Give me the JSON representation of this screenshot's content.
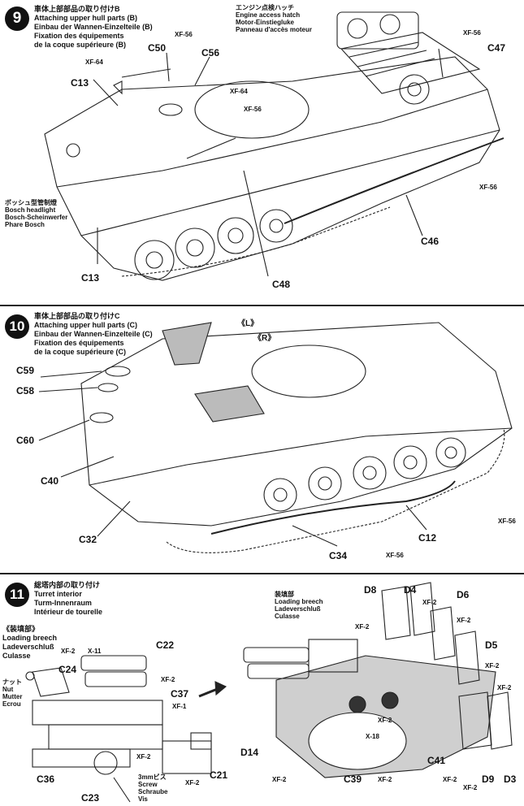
{
  "step9": {
    "number": "9",
    "title_jp": "車体上部部品の取り付けB",
    "title_en": "Attaching upper hull parts (B)",
    "title_de": "Einbau der Wannen-Einzelteile (B)",
    "title_fr": "Fixation des équipements",
    "title_fr2": "de la coque supérieure (B)",
    "hatch_jp": "エンジン点検ハッチ",
    "hatch_en": "Engine access hatch",
    "hatch_de": "Motor-Einstiegluke",
    "hatch_fr": "Panneau d'accès moteur",
    "headlight_jp": "ボッシュ型管制燈",
    "headlight_en": "Bosch headlight",
    "headlight_de": "Bosch-Scheinwerfer",
    "headlight_fr": "Phare Bosch",
    "parts": [
      "C50",
      "C56",
      "C13",
      "C47",
      "C46",
      "C13",
      "C48"
    ],
    "paints": [
      "XF-56",
      "XF-64",
      "XF-64",
      "XF-56",
      "XF-56",
      "XF-56"
    ]
  },
  "step10": {
    "number": "10",
    "title_jp": "車体上部部品の取り付けC",
    "title_en": "Attaching upper hull parts (C)",
    "title_de": "Einbau der Wannen-Einzelteile (C)",
    "title_fr": "Fixation des équipements",
    "title_fr2": "de la coque supérieure (C)",
    "left_mark": "《L》",
    "right_mark": "《R》",
    "parts": [
      "C59",
      "C58",
      "C60",
      "C40",
      "C32",
      "C34",
      "C12"
    ],
    "paints": [
      "XF-56",
      "XF-56"
    ]
  },
  "step11": {
    "number": "11",
    "title_jp": "総塔内部の取り付け",
    "title_en": "Turret interior",
    "title_de": "Turm-Innenraum",
    "title_fr": "Intérieur de tourelle",
    "breech_jp": "《装填部》",
    "breech_en": "Loading breech",
    "breech_de": "Ladeverschluß",
    "breech_fr": "Culasse",
    "breech2_jp": "装填部",
    "breech2_en": "Loading breech",
    "breech2_de": "Ladeverschluß",
    "breech2_fr": "Culasse",
    "nut_jp": "ナット",
    "nut_en": "Nut",
    "nut_de": "Mutter",
    "nut_fr": "Ecrou",
    "screw_jp": "3mmビス",
    "screw_en": "Screw",
    "screw_de": "Schraube",
    "screw_fr": "Vis",
    "parts_left": [
      "C22",
      "C24",
      "C37",
      "C36",
      "C23",
      "C21"
    ],
    "paints_left": [
      "XF-2",
      "X-11",
      "XF-2",
      "XF-1",
      "XF-2",
      "XF-2"
    ],
    "parts_right": [
      "D8",
      "D4",
      "D6",
      "D5",
      "D14",
      "C41",
      "C39",
      "D9",
      "D3"
    ],
    "paints_right": [
      "XF-2",
      "XF-2",
      "XF-2",
      "XF-2",
      "XF-2",
      "XF-2",
      "X-18",
      "XF-2",
      "XF-2",
      "XF-2",
      "XF-2"
    ]
  }
}
